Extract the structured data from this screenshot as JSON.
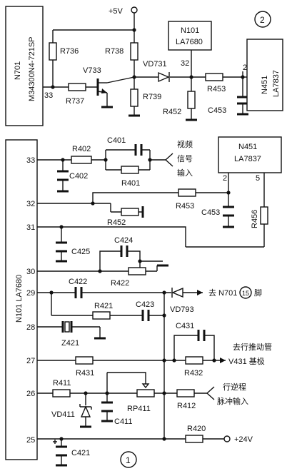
{
  "supply": {
    "plus5v": "+5V",
    "plus24v": "+24V"
  },
  "markers": {
    "top": "2",
    "bottom": "1",
    "circled_15": "15"
  },
  "ics": {
    "n701": {
      "name": "N701",
      "part": "M34300N4-721SP",
      "pin": "33"
    },
    "n101_top": {
      "name": "N101",
      "part": "LA7680",
      "pin": "32"
    },
    "n451_top": {
      "name": "N451",
      "part": "LA7837",
      "pin": "2"
    },
    "n101_main": {
      "label": "N101 LA7680"
    },
    "n451_main": {
      "name": "N451",
      "part": "LA7837",
      "pin_a": "2",
      "pin_b": "5"
    }
  },
  "pins": [
    "33",
    "32",
    "31",
    "30",
    "29",
    "28",
    "27",
    "26",
    "25"
  ],
  "components": {
    "R736": "R736",
    "R738": "R738",
    "R737": "R737",
    "R739": "R739",
    "V733": "V733",
    "VD731": "VD731",
    "R452": "R452",
    "R453": "R453",
    "C453": "C453",
    "R402": "R402",
    "C401": "C401",
    "R401": "R401",
    "C402": "C402",
    "R452b": "R452",
    "R453b": "R453",
    "C453b": "C453",
    "R456": "R456",
    "C425": "C425",
    "C424": "C424",
    "R422": "R422",
    "C422": "C422",
    "VD793": "VD793",
    "R421": "R421",
    "C423": "C423",
    "Z421": "Z421",
    "C431": "C431",
    "R431": "R431",
    "R432": "R432",
    "R411": "R411",
    "VD411": "VD411",
    "C411": "C411",
    "RP411": "RP411",
    "R412": "R412",
    "R420": "R420",
    "C421": "C421"
  },
  "annotations": {
    "video_in": [
      "视频",
      "信号",
      "输入"
    ],
    "to_n701_prefix": "去 N701",
    "to_n701_suffix": "脚",
    "to_line_drive": "去行推动管",
    "v431_base": "V431 基极",
    "flyback_in": [
      "行逆程",
      "脉冲输入"
    ]
  }
}
